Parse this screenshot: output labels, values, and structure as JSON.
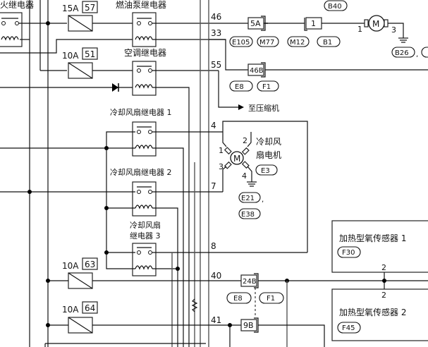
{
  "relays": {
    "ignition": {
      "label": "火继电器"
    },
    "fuel_pump": {
      "label": "燃油泵继电器"
    },
    "ac": {
      "label": "空调继电器"
    },
    "fan1": {
      "label": "冷却风扇继电器 1"
    },
    "fan2": {
      "label": "冷却风扇继电器 2"
    },
    "fan3_line1": {
      "label": "冷却风扇"
    },
    "fan3_line2": {
      "label": "继电器 3"
    }
  },
  "fuses": [
    {
      "rating": "15A",
      "number": "57"
    },
    {
      "rating": "10A",
      "number": "51"
    },
    {
      "rating": "10A",
      "number": "63"
    },
    {
      "rating": "10A",
      "number": "64"
    }
  ],
  "pins": {
    "p46": "46",
    "p33": "33",
    "p55": "55",
    "p4": "4",
    "p7": "7",
    "p8": "8",
    "p40": "40",
    "p41": "41"
  },
  "connectors": {
    "c5A": "5A",
    "c1": "1",
    "c46B": "46B",
    "c24B": "24B",
    "c9B": "9B"
  },
  "connector_ids": {
    "E105": "E105",
    "M77": "M77",
    "M12": "M12",
    "B1": "B1",
    "B40": "B40",
    "B26": "B26",
    "E8a": "E8",
    "F1a": "F1",
    "E3": "E3",
    "E21": "E21",
    "E38": "E38",
    "E8b": "E8",
    "F1b": "F1",
    "F30": "F30",
    "F45": "F45"
  },
  "fuel_pump_motor": {
    "symbol": "M",
    "pin_in": "1",
    "pin_gnd": "3",
    "ground_suffix": ","
  },
  "fan_motor": {
    "symbol": "M",
    "label_line1": "冷却风",
    "label_line2": "扇电机",
    "pin1": "1",
    "pin2": "2",
    "pin3": "3",
    "pin4": "4",
    "ground_suffix": ","
  },
  "compressor_label": "至压缩机",
  "sensors": [
    {
      "label": "加热型氧传感器 1",
      "pin": "2"
    },
    {
      "label": "加热型氧传感器 2",
      "pin": "2"
    }
  ]
}
